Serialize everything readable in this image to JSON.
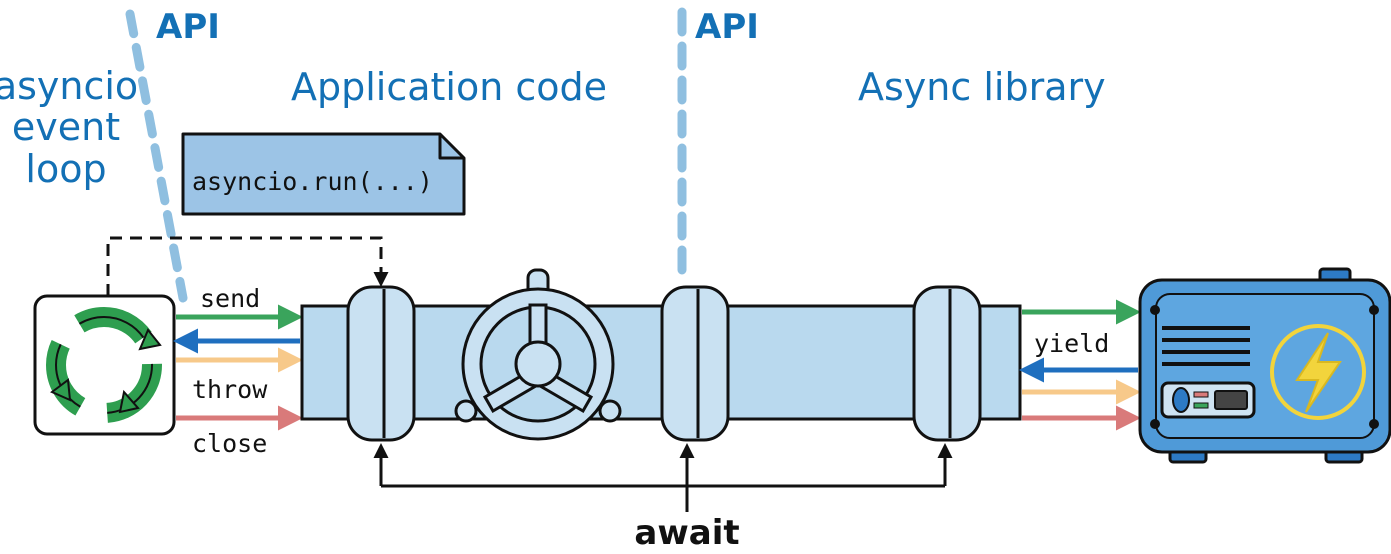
{
  "labels": {
    "event_loop_line1": "asyncio",
    "event_loop_line2": "event",
    "event_loop_line3": "loop",
    "application_code": "Application code",
    "async_library": "Async library",
    "api_left": "API",
    "api_middle": "API",
    "run_call": "asyncio.run(...)",
    "send": "send",
    "throw": "throw",
    "close": "close",
    "yield": "yield",
    "await": "await"
  },
  "colors": {
    "label_blue": "#1370b5",
    "api_dash": "#8fbfe0",
    "pipe_fill": "#b9d9ee",
    "send_arrow": "#3aa45c",
    "return_arrow": "#1f6fbf",
    "throw_arrow": "#f7c98a",
    "close_arrow": "#d97a7a",
    "loop_icon_green": "#2e9e4f",
    "generator_fill": "#4f9ad8",
    "lightning": "#f2d43c"
  },
  "icons": {
    "event_loop": "recycle-arrows-icon",
    "valve": "valve-wheel-icon",
    "library": "generator-power-icon"
  }
}
